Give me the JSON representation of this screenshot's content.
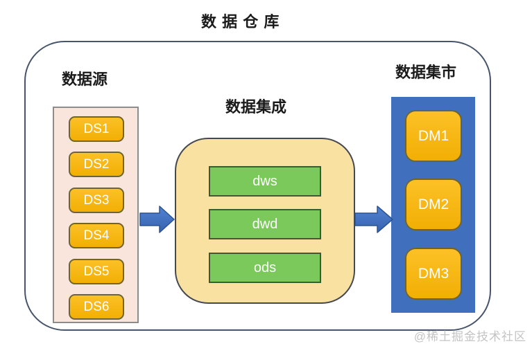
{
  "title": "数 据 仓 库",
  "sections": {
    "sources": {
      "label": "数据源",
      "items": [
        "DS1",
        "DS2",
        "DS3",
        "DS4",
        "DS5",
        "DS6"
      ]
    },
    "integration": {
      "label": "数据集成",
      "items": [
        "dws",
        "dwd",
        "ods"
      ]
    },
    "marts": {
      "label": "数据集市",
      "items": [
        "DM1",
        "DM2",
        "DM3"
      ]
    }
  },
  "icons": {
    "arrow_left": "right-arrow-icon",
    "arrow_right": "right-arrow-icon"
  },
  "watermark": "@稀土掘金技术社区",
  "colors": {
    "box_gold": "#F5B715",
    "box_gold_border": "#6E6430",
    "container_pink": "#FAE5DC",
    "container_pink_border": "#8C8C8C",
    "container_yellow": "#F9E2A1",
    "box_green": "#7CC95B",
    "container_blue": "#4070BD",
    "arrow_blue": "#4272C3",
    "outline_dark": "#46546B",
    "watermark_gray": "#C4C4C4"
  }
}
